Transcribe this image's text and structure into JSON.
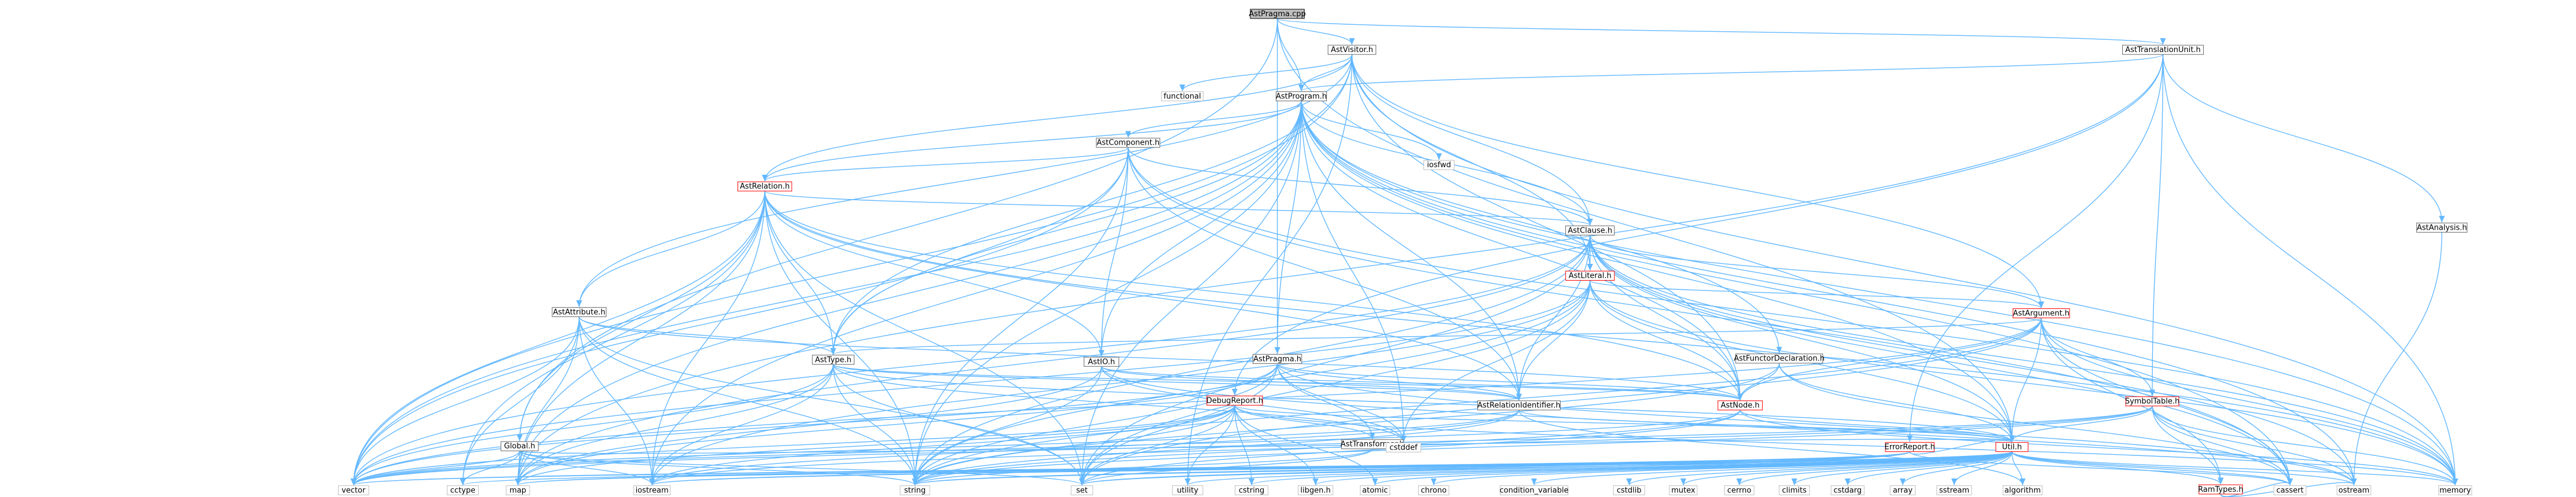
{
  "diagram_title": "AstPragma.cpp",
  "colors": {
    "edge": "#63b8ff",
    "focus_fill": "#bfbfbf",
    "red_border": "#ff0000",
    "linked_border": "#666666",
    "external_border": "#bfbfbf"
  },
  "nodes": [
    {
      "id": "AstPragma_cpp",
      "label": "AstPragma.cpp",
      "kind": "focus"
    },
    {
      "id": "AstVisitor_h",
      "label": "AstVisitor.h",
      "kind": "linked"
    },
    {
      "id": "AstTranslationUnit_h",
      "label": "AstTranslationUnit.h",
      "kind": "linked"
    },
    {
      "id": "functional",
      "label": "functional",
      "kind": "external"
    },
    {
      "id": "AstProgram_h",
      "label": "AstProgram.h",
      "kind": "linked"
    },
    {
      "id": "iosfwd",
      "label": "iosfwd",
      "kind": "external"
    },
    {
      "id": "AstComponent_h",
      "label": "AstComponent.h",
      "kind": "linked"
    },
    {
      "id": "AstAnalysis_h",
      "label": "AstAnalysis.h",
      "kind": "linked"
    },
    {
      "id": "AstRelation_h",
      "label": "AstRelation.h",
      "kind": "red"
    },
    {
      "id": "AstClause_h",
      "label": "AstClause.h",
      "kind": "linked"
    },
    {
      "id": "AstLiteral_h",
      "label": "AstLiteral.h",
      "kind": "red"
    },
    {
      "id": "AstArgument_h",
      "label": "AstArgument.h",
      "kind": "red"
    },
    {
      "id": "AstAttribute_h",
      "label": "AstAttribute.h",
      "kind": "linked"
    },
    {
      "id": "AstFunctorDeclaration_h",
      "label": "AstFunctorDeclaration.h",
      "kind": "linked"
    },
    {
      "id": "AstType_h",
      "label": "AstType.h",
      "kind": "linked"
    },
    {
      "id": "AstIO_h",
      "label": "AstIO.h",
      "kind": "linked"
    },
    {
      "id": "AstPragma_h",
      "label": "AstPragma.h",
      "kind": "linked"
    },
    {
      "id": "AstRelationIdentifier_h",
      "label": "AstRelationIdentifier.h",
      "kind": "linked"
    },
    {
      "id": "AstNode_h",
      "label": "AstNode.h",
      "kind": "red"
    },
    {
      "id": "SymbolTable_h",
      "label": "SymbolTable.h",
      "kind": "red"
    },
    {
      "id": "DebugReport_h",
      "label": "DebugReport.h",
      "kind": "red"
    },
    {
      "id": "AstTransformer_h",
      "label": "AstTransformer.h",
      "kind": "linked"
    },
    {
      "id": "Global_h",
      "label": "Global.h",
      "kind": "linked"
    },
    {
      "id": "ErrorReport_h",
      "label": "ErrorReport.h",
      "kind": "red"
    },
    {
      "id": "Util_h",
      "label": "Util.h",
      "kind": "red"
    },
    {
      "id": "RamTypes_h",
      "label": "RamTypes.h",
      "kind": "red"
    },
    {
      "id": "cstddef",
      "label": "cstddef",
      "kind": "external"
    },
    {
      "id": "cctype",
      "label": "cctype",
      "kind": "external"
    },
    {
      "id": "vector",
      "label": "vector",
      "kind": "external"
    },
    {
      "id": "map",
      "label": "map",
      "kind": "external"
    },
    {
      "id": "iostream",
      "label": "iostream",
      "kind": "external"
    },
    {
      "id": "string",
      "label": "string",
      "kind": "external"
    },
    {
      "id": "set",
      "label": "set",
      "kind": "external"
    },
    {
      "id": "utility",
      "label": "utility",
      "kind": "external"
    },
    {
      "id": "cstring",
      "label": "cstring",
      "kind": "external"
    },
    {
      "id": "libgen_h",
      "label": "libgen.h",
      "kind": "external"
    },
    {
      "id": "atomic",
      "label": "atomic",
      "kind": "external"
    },
    {
      "id": "chrono",
      "label": "chrono",
      "kind": "external"
    },
    {
      "id": "condition_variable",
      "label": "condition_variable",
      "kind": "external"
    },
    {
      "id": "cstdlib",
      "label": "cstdlib",
      "kind": "external"
    },
    {
      "id": "mutex",
      "label": "mutex",
      "kind": "external"
    },
    {
      "id": "cerrno",
      "label": "cerrno",
      "kind": "external"
    },
    {
      "id": "climits",
      "label": "climits",
      "kind": "external"
    },
    {
      "id": "cstdarg",
      "label": "cstdarg",
      "kind": "external"
    },
    {
      "id": "array",
      "label": "array",
      "kind": "external"
    },
    {
      "id": "sstream",
      "label": "sstream",
      "kind": "external"
    },
    {
      "id": "algorithm",
      "label": "algorithm",
      "kind": "external"
    },
    {
      "id": "cassert",
      "label": "cassert",
      "kind": "external"
    },
    {
      "id": "ostream",
      "label": "ostream",
      "kind": "external"
    },
    {
      "id": "memory",
      "label": "memory",
      "kind": "external"
    }
  ],
  "edges": [
    [
      "AstPragma_cpp",
      "AstVisitor_h"
    ],
    [
      "AstPragma_cpp",
      "AstTranslationUnit_h"
    ],
    [
      "AstPragma_cpp",
      "AstProgram_h"
    ],
    [
      "AstPragma_cpp",
      "AstPragma_h"
    ],
    [
      "AstPragma_cpp",
      "Global_h"
    ],
    [
      "AstPragma_cpp",
      "Util_h"
    ],
    [
      "AstVisitor_h",
      "functional"
    ],
    [
      "AstVisitor_h",
      "AstProgram_h"
    ],
    [
      "AstVisitor_h",
      "AstRelation_h"
    ],
    [
      "AstVisitor_h",
      "AstClause_h"
    ],
    [
      "AstVisitor_h",
      "AstLiteral_h"
    ],
    [
      "AstVisitor_h",
      "AstArgument_h"
    ],
    [
      "AstVisitor_h",
      "AstAttribute_h"
    ],
    [
      "AstVisitor_h",
      "AstType_h"
    ],
    [
      "AstVisitor_h",
      "AstNode_h"
    ],
    [
      "AstVisitor_h",
      "vector"
    ],
    [
      "AstVisitor_h",
      "memory"
    ],
    [
      "AstVisitor_h",
      "utility"
    ],
    [
      "AstTranslationUnit_h",
      "AstProgram_h"
    ],
    [
      "AstTranslationUnit_h",
      "AstAnalysis_h"
    ],
    [
      "AstTranslationUnit_h",
      "SymbolTable_h"
    ],
    [
      "AstTranslationUnit_h",
      "DebugReport_h"
    ],
    [
      "AstTranslationUnit_h",
      "ErrorReport_h"
    ],
    [
      "AstTranslationUnit_h",
      "memory"
    ],
    [
      "AstTranslationUnit_h",
      "map"
    ],
    [
      "AstProgram_h",
      "iosfwd"
    ],
    [
      "AstProgram_h",
      "AstComponent_h"
    ],
    [
      "AstProgram_h",
      "AstRelation_h"
    ],
    [
      "AstProgram_h",
      "AstClause_h"
    ],
    [
      "AstProgram_h",
      "AstIO_h"
    ],
    [
      "AstProgram_h",
      "AstPragma_h"
    ],
    [
      "AstProgram_h",
      "AstFunctorDeclaration_h"
    ],
    [
      "AstProgram_h",
      "AstType_h"
    ],
    [
      "AstProgram_h",
      "AstRelationIdentifier_h"
    ],
    [
      "AstProgram_h",
      "AstNode_h"
    ],
    [
      "AstProgram_h",
      "Util_h"
    ],
    [
      "AstProgram_h",
      "vector"
    ],
    [
      "AstProgram_h",
      "map"
    ],
    [
      "AstProgram_h",
      "string"
    ],
    [
      "AstProgram_h",
      "set"
    ],
    [
      "AstProgram_h",
      "memory"
    ],
    [
      "AstProgram_h",
      "cassert"
    ],
    [
      "AstProgram_h",
      "cstddef"
    ],
    [
      "AstProgram_h",
      "iostream"
    ],
    [
      "AstProgram_h",
      "ostream"
    ],
    [
      "AstComponent_h",
      "AstRelation_h"
    ],
    [
      "AstComponent_h",
      "AstClause_h"
    ],
    [
      "AstComponent_h",
      "AstIO_h"
    ],
    [
      "AstComponent_h",
      "AstType_h"
    ],
    [
      "AstComponent_h",
      "AstRelationIdentifier_h"
    ],
    [
      "AstComponent_h",
      "vector"
    ],
    [
      "AstComponent_h",
      "string"
    ],
    [
      "AstComponent_h",
      "memory"
    ],
    [
      "AstComponent_h",
      "cassert"
    ],
    [
      "AstAnalysis_h",
      "ostream"
    ],
    [
      "AstRelation_h",
      "AstClause_h"
    ],
    [
      "AstRelation_h",
      "AstAttribute_h"
    ],
    [
      "AstRelation_h",
      "AstIO_h"
    ],
    [
      "AstRelation_h",
      "AstType_h"
    ],
    [
      "AstRelation_h",
      "AstRelationIdentifier_h"
    ],
    [
      "AstRelation_h",
      "AstNode_h"
    ],
    [
      "AstRelation_h",
      "Global_h"
    ],
    [
      "AstRelation_h",
      "cctype"
    ],
    [
      "AstRelation_h",
      "vector"
    ],
    [
      "AstRelation_h",
      "map"
    ],
    [
      "AstRelation_h",
      "iostream"
    ],
    [
      "AstRelation_h",
      "string"
    ],
    [
      "AstRelation_h",
      "set"
    ],
    [
      "AstRelation_h",
      "memory"
    ],
    [
      "AstClause_h",
      "AstLiteral_h"
    ],
    [
      "AstClause_h",
      "AstArgument_h"
    ],
    [
      "AstClause_h",
      "AstNode_h"
    ],
    [
      "AstClause_h",
      "AstRelationIdentifier_h"
    ],
    [
      "AstClause_h",
      "Util_h"
    ],
    [
      "AstClause_h",
      "vector"
    ],
    [
      "AstClause_h",
      "string"
    ],
    [
      "AstClause_h",
      "set"
    ],
    [
      "AstClause_h",
      "memory"
    ],
    [
      "AstClause_h",
      "cassert"
    ],
    [
      "AstClause_h",
      "ostream"
    ],
    [
      "AstClause_h",
      "map"
    ],
    [
      "AstLiteral_h",
      "AstArgument_h"
    ],
    [
      "AstLiteral_h",
      "AstRelationIdentifier_h"
    ],
    [
      "AstLiteral_h",
      "AstNode_h"
    ],
    [
      "AstLiteral_h",
      "Util_h"
    ],
    [
      "AstLiteral_h",
      "vector"
    ],
    [
      "AstLiteral_h",
      "string"
    ],
    [
      "AstLiteral_h",
      "memory"
    ],
    [
      "AstLiteral_h",
      "cstddef"
    ],
    [
      "AstLiteral_h",
      "iostream"
    ],
    [
      "AstLiteral_h",
      "set"
    ],
    [
      "AstArgument_h",
      "AstType_h"
    ],
    [
      "AstArgument_h",
      "AstNode_h"
    ],
    [
      "AstArgument_h",
      "SymbolTable_h"
    ],
    [
      "AstArgument_h",
      "Util_h"
    ],
    [
      "AstArgument_h",
      "RamTypes_h"
    ],
    [
      "AstArgument_h",
      "vector"
    ],
    [
      "AstArgument_h",
      "string"
    ],
    [
      "AstArgument_h",
      "memory"
    ],
    [
      "AstArgument_h",
      "cassert"
    ],
    [
      "AstArgument_h",
      "set"
    ],
    [
      "AstAttribute_h",
      "AstType_h"
    ],
    [
      "AstAttribute_h",
      "AstNode_h"
    ],
    [
      "AstAttribute_h",
      "cctype"
    ],
    [
      "AstAttribute_h",
      "vector"
    ],
    [
      "AstAttribute_h",
      "map"
    ],
    [
      "AstAttribute_h",
      "iostream"
    ],
    [
      "AstAttribute_h",
      "string"
    ],
    [
      "AstAttribute_h",
      "set"
    ],
    [
      "AstFunctorDeclaration_h",
      "AstNode_h"
    ],
    [
      "AstFunctorDeclaration_h",
      "Util_h"
    ],
    [
      "AstFunctorDeclaration_h",
      "string"
    ],
    [
      "AstFunctorDeclaration_h",
      "cassert"
    ],
    [
      "AstType_h",
      "AstNode_h"
    ],
    [
      "AstType_h",
      "AstRelationIdentifier_h"
    ],
    [
      "AstType_h",
      "Util_h"
    ],
    [
      "AstType_h",
      "vector"
    ],
    [
      "AstType_h",
      "iostream"
    ],
    [
      "AstType_h",
      "string"
    ],
    [
      "AstType_h",
      "set"
    ],
    [
      "AstType_h",
      "cstddef"
    ],
    [
      "AstType_h",
      "map"
    ],
    [
      "AstIO_h",
      "AstNode_h"
    ],
    [
      "AstIO_h",
      "AstRelationIdentifier_h"
    ],
    [
      "AstIO_h",
      "cstddef"
    ],
    [
      "AstIO_h",
      "map"
    ],
    [
      "AstIO_h",
      "ostream"
    ],
    [
      "AstIO_h",
      "string"
    ],
    [
      "AstPragma_h",
      "AstNode_h"
    ],
    [
      "AstPragma_h",
      "AstRelationIdentifier_h"
    ],
    [
      "AstPragma_h",
      "AstTransformer_h"
    ],
    [
      "AstPragma_h",
      "vector"
    ],
    [
      "AstPragma_h",
      "string"
    ],
    [
      "AstPragma_h",
      "set"
    ],
    [
      "AstPragma_h",
      "cstddef"
    ],
    [
      "AstPragma_h",
      "map"
    ],
    [
      "AstPragma_h",
      "ostream"
    ],
    [
      "AstRelationIdentifier_h",
      "Util_h"
    ],
    [
      "AstRelationIdentifier_h",
      "vector"
    ],
    [
      "AstRelationIdentifier_h",
      "string"
    ],
    [
      "AstRelationIdentifier_h",
      "iostream"
    ],
    [
      "AstRelationIdentifier_h",
      "algorithm"
    ],
    [
      "AstNode_h",
      "Util_h"
    ],
    [
      "AstNode_h",
      "vector"
    ],
    [
      "AstNode_h",
      "memory"
    ],
    [
      "AstNode_h",
      "string"
    ],
    [
      "AstNode_h",
      "set"
    ],
    [
      "SymbolTable_h",
      "Util_h"
    ],
    [
      "SymbolTable_h",
      "vector"
    ],
    [
      "SymbolTable_h",
      "cassert"
    ],
    [
      "SymbolTable_h",
      "iostream"
    ],
    [
      "SymbolTable_h",
      "string"
    ],
    [
      "SymbolTable_h",
      "RamTypes_h"
    ],
    [
      "SymbolTable_h",
      "ostream"
    ],
    [
      "SymbolTable_h",
      "memory"
    ],
    [
      "DebugReport_h",
      "AstTransformer_h"
    ],
    [
      "DebugReport_h",
      "vector"
    ],
    [
      "DebugReport_h",
      "string"
    ],
    [
      "DebugReport_h",
      "set"
    ],
    [
      "DebugReport_h",
      "utility"
    ],
    [
      "DebugReport_h",
      "map"
    ],
    [
      "DebugReport_h",
      "Util_h"
    ],
    [
      "DebugReport_h",
      "cstring"
    ],
    [
      "DebugReport_h",
      "libgen_h"
    ],
    [
      "DebugReport_h",
      "atomic"
    ],
    [
      "DebugReport_h",
      "memory"
    ],
    [
      "DebugReport_h",
      "iostream"
    ],
    [
      "AstTransformer_h",
      "string"
    ],
    [
      "AstTransformer_h",
      "set"
    ],
    [
      "Global_h",
      "Util_h"
    ],
    [
      "Global_h",
      "vector"
    ],
    [
      "Global_h",
      "map"
    ],
    [
      "Global_h",
      "string"
    ],
    [
      "Global_h",
      "iostream"
    ],
    [
      "Global_h",
      "set"
    ],
    [
      "Global_h",
      "cctype"
    ],
    [
      "ErrorReport_h",
      "Util_h"
    ],
    [
      "ErrorReport_h",
      "set"
    ],
    [
      "ErrorReport_h",
      "string"
    ],
    [
      "ErrorReport_h",
      "vector"
    ],
    [
      "ErrorReport_h",
      "iostream"
    ],
    [
      "ErrorReport_h",
      "cassert"
    ],
    [
      "ErrorReport_h",
      "map"
    ],
    [
      "Util_h",
      "cctype"
    ],
    [
      "Util_h",
      "vector"
    ],
    [
      "Util_h",
      "map"
    ],
    [
      "Util_h",
      "iostream"
    ],
    [
      "Util_h",
      "string"
    ],
    [
      "Util_h",
      "set"
    ],
    [
      "Util_h",
      "utility"
    ],
    [
      "Util_h",
      "cstring"
    ],
    [
      "Util_h",
      "libgen_h"
    ],
    [
      "Util_h",
      "atomic"
    ],
    [
      "Util_h",
      "chrono"
    ],
    [
      "Util_h",
      "condition_variable"
    ],
    [
      "Util_h",
      "cstdlib"
    ],
    [
      "Util_h",
      "mutex"
    ],
    [
      "Util_h",
      "cerrno"
    ],
    [
      "Util_h",
      "climits"
    ],
    [
      "Util_h",
      "cstdarg"
    ],
    [
      "Util_h",
      "array"
    ],
    [
      "Util_h",
      "sstream"
    ],
    [
      "Util_h",
      "algorithm"
    ],
    [
      "Util_h",
      "RamTypes_h"
    ],
    [
      "Util_h",
      "cassert"
    ],
    [
      "Util_h",
      "ostream"
    ],
    [
      "Util_h",
      "memory"
    ],
    [
      "RamTypes_h",
      "cassert"
    ],
    [
      "RamTypes_h",
      "ostream"
    ]
  ]
}
